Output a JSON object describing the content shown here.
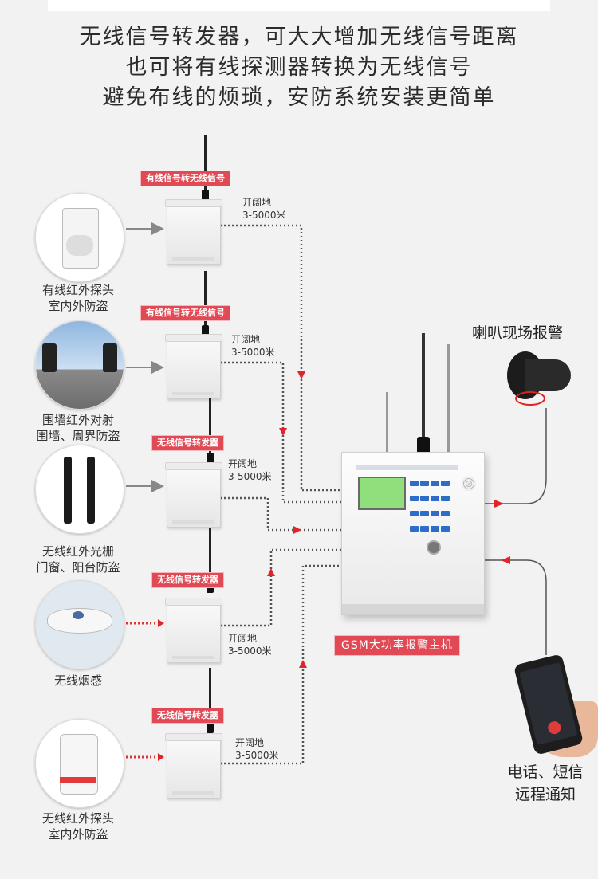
{
  "header": {
    "line1": "无线信号转发器，可大大增加无线信号距离",
    "line2": "也可将有线探测器转换为无线信号",
    "line3": "避免布线的烦琐，安防系统安装更简单"
  },
  "detectors": [
    {
      "line1": "有线红外探头",
      "line2": "室内外防盗"
    },
    {
      "line1": "围墙红外对射",
      "line2": "围墙、周界防盗"
    },
    {
      "line1": "无线红外光栅",
      "line2": "门窗、阳台防盗"
    },
    {
      "line1": "无线烟感",
      "line2": ""
    },
    {
      "line1": "无线红外探头",
      "line2": "室内外防盗"
    }
  ],
  "repeaters": [
    {
      "tag": "有线信号转无线信号",
      "range1": "开阔地",
      "range2": "3-5000米"
    },
    {
      "tag": "有线信号转无线信号",
      "range1": "开阔地",
      "range2": "3-5000米"
    },
    {
      "tag": "无线信号转发器",
      "range1": "开阔地",
      "range2": "3-5000米"
    },
    {
      "tag": "无线信号转发器",
      "range1": "开阔地",
      "range2": "3-5000米"
    },
    {
      "tag": "无线信号转发器",
      "range1": "开阔地",
      "range2": "3-5000米"
    }
  ],
  "host": {
    "label": "GSM大功率报警主机"
  },
  "siren": {
    "label": "喇叭现场报警"
  },
  "notify": {
    "line1": "电话、短信",
    "line2": "远程通知"
  },
  "colors": {
    "accent": "#e14a55",
    "line": "#555555",
    "arrow": "#e0242c"
  }
}
